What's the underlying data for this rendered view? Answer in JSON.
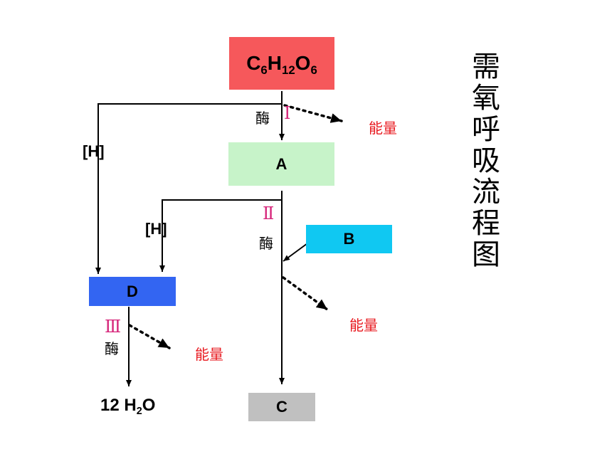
{
  "title_chars": [
    "需",
    "氧",
    "呼",
    "吸",
    "流",
    "程",
    "图"
  ],
  "nodes": {
    "glucose": {
      "parts": [
        "C",
        "6",
        "H",
        "12",
        "O",
        "6"
      ],
      "color": "#f6585b"
    },
    "A": {
      "label": "A",
      "color": "#c7f3c9"
    },
    "B": {
      "label": "B",
      "color": "#10c8f2"
    },
    "C": {
      "label": "C",
      "color": "#c0c0c0"
    },
    "D": {
      "label": "D",
      "color": "#3365f2"
    },
    "water": {
      "parts": [
        "12 H",
        "2",
        "O"
      ]
    }
  },
  "labels": {
    "h": "[H]",
    "enzyme": "酶",
    "energy": "能量",
    "stage1": "Ⅰ",
    "stage2": "Ⅱ",
    "stage3": "Ⅲ"
  }
}
